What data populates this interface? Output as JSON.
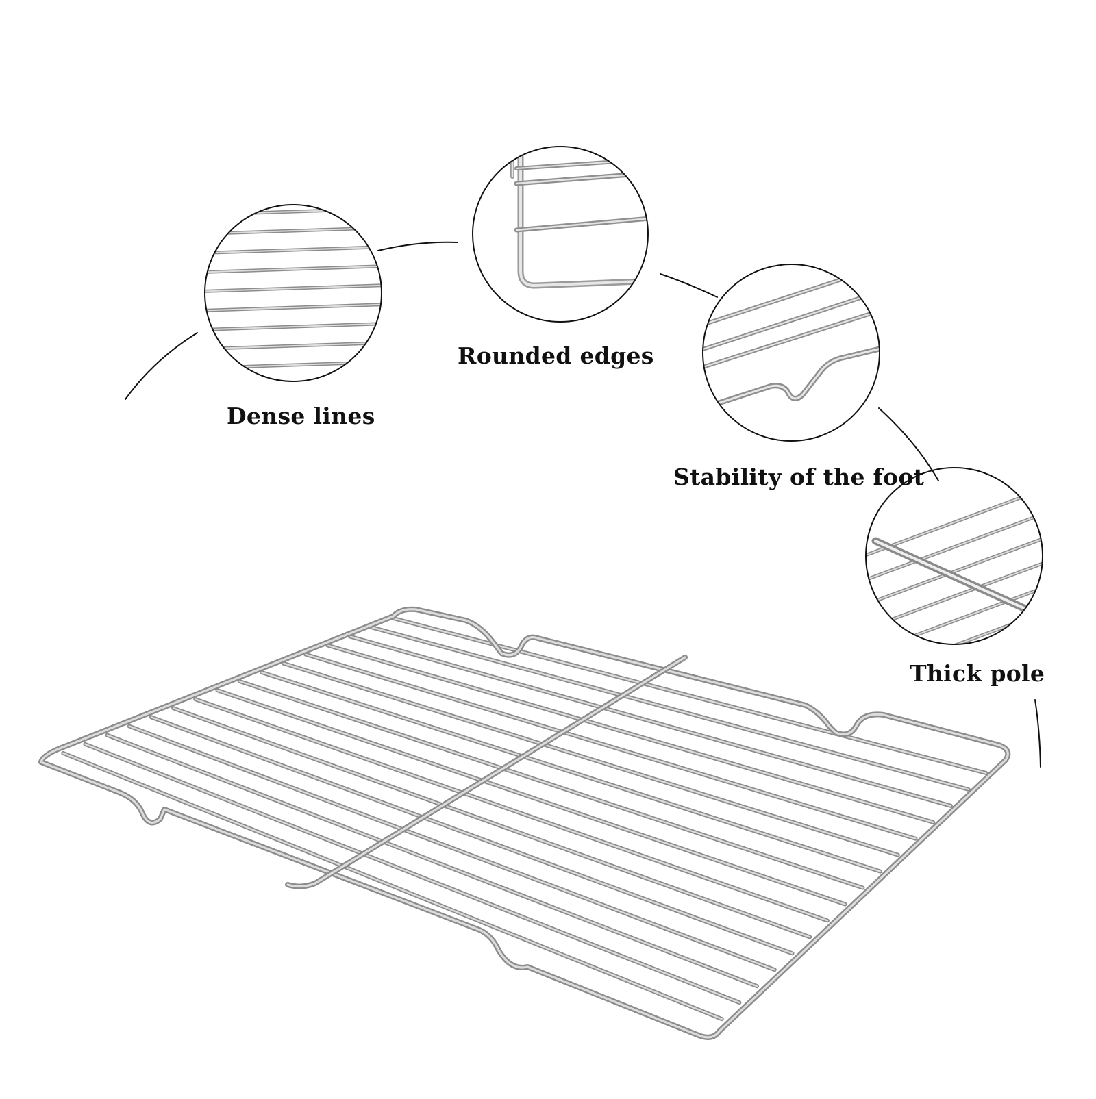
{
  "features": [
    {
      "key": "dense",
      "label": "Dense lines"
    },
    {
      "key": "rounded",
      "label": "Rounded edges"
    },
    {
      "key": "foot",
      "label": "Stability of the foot"
    },
    {
      "key": "pole",
      "label": "Thick pole"
    }
  ],
  "colors": {
    "background": "#ffffff",
    "outline": "#111111",
    "wire_dark": "#8c8c8c",
    "wire_light": "#dcdcdc",
    "text": "#111111"
  }
}
